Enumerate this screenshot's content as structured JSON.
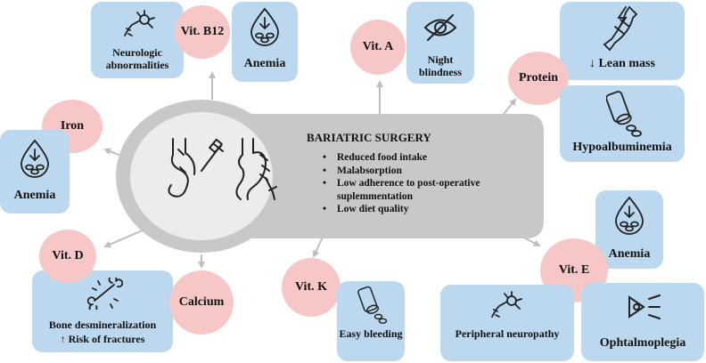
{
  "center": {
    "title": "BARIATRIC SURGERY",
    "bullets": [
      "Reduced food intake",
      "Malabsorption",
      "Low adherence to post-operative suplemmentation",
      "Low diet quality"
    ]
  },
  "nutrients": {
    "b12": "Vit. B12",
    "vita": "Vit. A",
    "protein": "Protein",
    "iron": "Iron",
    "vitd": "Vit. D",
    "calcium": "Calcium",
    "vitk": "Vit. K",
    "vite": "Vit. E"
  },
  "outcomes": {
    "neurologic": "Neurologic abnormalities",
    "anemia_b12": "Anemia",
    "night_blindness": "Night blindness",
    "lean_mass": "↓ Lean mass",
    "hypoalbuminemia": "Hypoalbuminemia",
    "anemia_iron": "Anemia",
    "bone_line1": "Bone desmineralization",
    "bone_line2": "↑ Risk of fractures",
    "easy_bleeding": "Easy bleeding",
    "anemia_e": "Anemia",
    "peripheral_neuropathy": "Peripheral neuropathy",
    "ophtalmoplegia": "Ophtalmoplegia"
  },
  "icons": [
    "neuron-icon",
    "blood-drop-icon",
    "eye-crossed-icon",
    "muscle-icon",
    "pill-bottle-icon",
    "bone-icon",
    "eye-light-icon",
    "stomach-surgery-icon"
  ],
  "colors": {
    "box": "#bcd8ee",
    "circle": "#f7c7c8",
    "hub": "#c8c8c8",
    "hub_inner": "#ececec",
    "arrow": "#bfbfbf"
  }
}
